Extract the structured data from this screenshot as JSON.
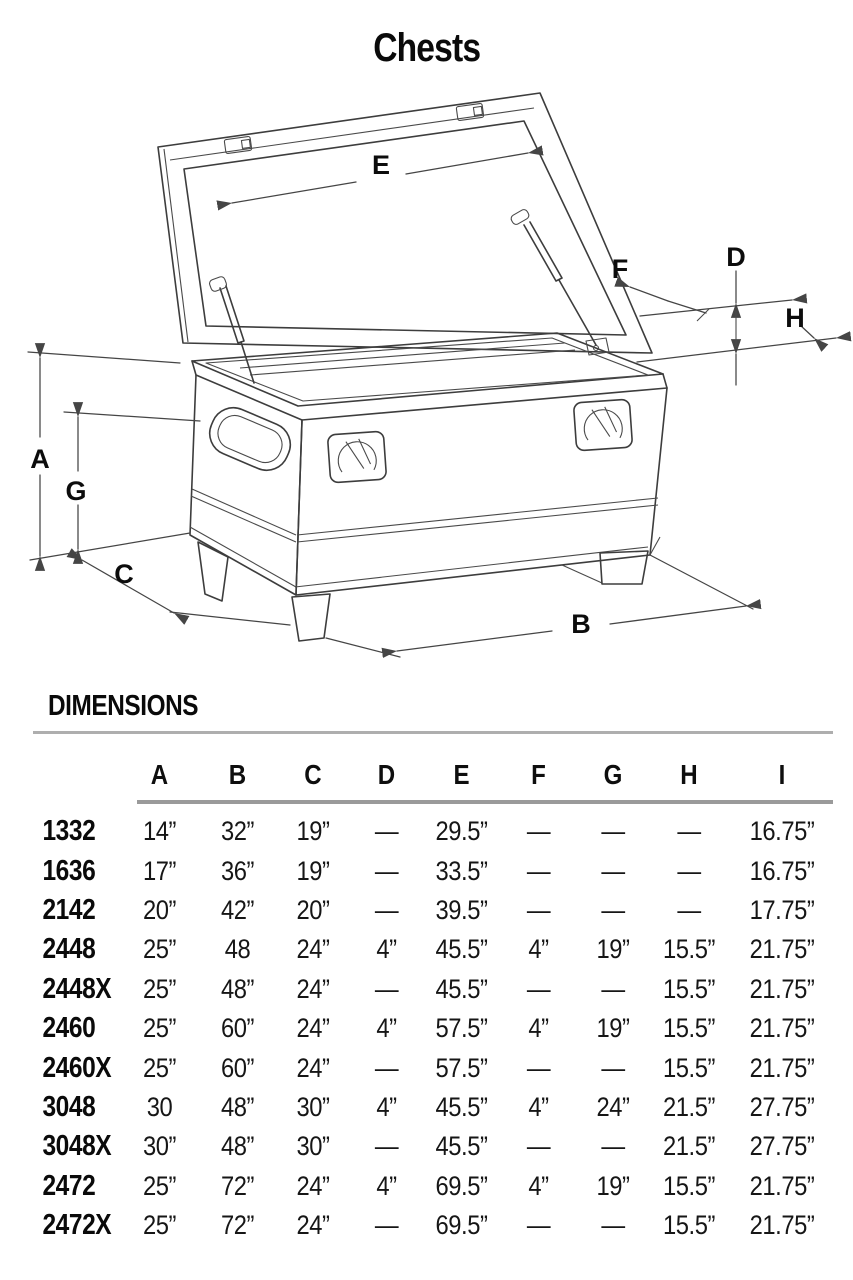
{
  "title": "Chests",
  "colors": {
    "background": "#ffffff",
    "text": "#111111",
    "line_art": "#3d3d3d",
    "rule_gray": "#aeaeae",
    "header_rule_gray": "#9a9a9a"
  },
  "diagram": {
    "description": "isometric line drawing of jobsite chest with open lid, gas struts and dimension callouts",
    "labels": {
      "A": "A",
      "B": "B",
      "C": "C",
      "D": "D",
      "E": "E",
      "F": "F",
      "G": "G",
      "H": "H"
    }
  },
  "dimensions_section": {
    "heading": "DIMENSIONS"
  },
  "table": {
    "columns": [
      "A",
      "B",
      "C",
      "D",
      "E",
      "F",
      "G",
      "H",
      "I"
    ],
    "rows": [
      {
        "model": "1332",
        "values": [
          "14”",
          "32”",
          "19”",
          "—",
          "29.5”",
          "—",
          "—",
          "—",
          "16.75”"
        ]
      },
      {
        "model": "1636",
        "values": [
          "17”",
          "36”",
          "19”",
          "—",
          "33.5”",
          "—",
          "—",
          "—",
          "16.75”"
        ]
      },
      {
        "model": "2142",
        "values": [
          "20”",
          "42”",
          "20”",
          "—",
          "39.5”",
          "—",
          "—",
          "—",
          "17.75”"
        ]
      },
      {
        "model": "2448",
        "values": [
          "25”",
          "48",
          "24”",
          "4”",
          "45.5”",
          "4”",
          "19”",
          "15.5”",
          "21.75”"
        ]
      },
      {
        "model": "2448X",
        "values": [
          "25”",
          "48”",
          "24”",
          "—",
          "45.5”",
          "—",
          "—",
          "15.5”",
          "21.75”"
        ]
      },
      {
        "model": "2460",
        "values": [
          "25”",
          "60”",
          "24”",
          "4”",
          "57.5”",
          "4”",
          "19”",
          "15.5”",
          "21.75”"
        ]
      },
      {
        "model": "2460X",
        "values": [
          "25”",
          "60”",
          "24”",
          "—",
          "57.5”",
          "—",
          "—",
          "15.5”",
          "21.75”"
        ]
      },
      {
        "model": "3048",
        "values": [
          "30",
          "48”",
          "30”",
          "4”",
          "45.5”",
          "4”",
          "24”",
          "21.5”",
          "27.75”"
        ]
      },
      {
        "model": "3048X",
        "values": [
          "30”",
          "48”",
          "30”",
          "—",
          "45.5”",
          "—",
          "—",
          "21.5”",
          "27.75”"
        ]
      },
      {
        "model": "2472",
        "values": [
          "25”",
          "72”",
          "24”",
          "4”",
          "69.5”",
          "4”",
          "19”",
          "15.5”",
          "21.75”"
        ]
      },
      {
        "model": "2472X",
        "values": [
          "25”",
          "72”",
          "24”",
          "—",
          "69.5”",
          "—",
          "—",
          "15.5”",
          "21.75”"
        ]
      }
    ]
  }
}
